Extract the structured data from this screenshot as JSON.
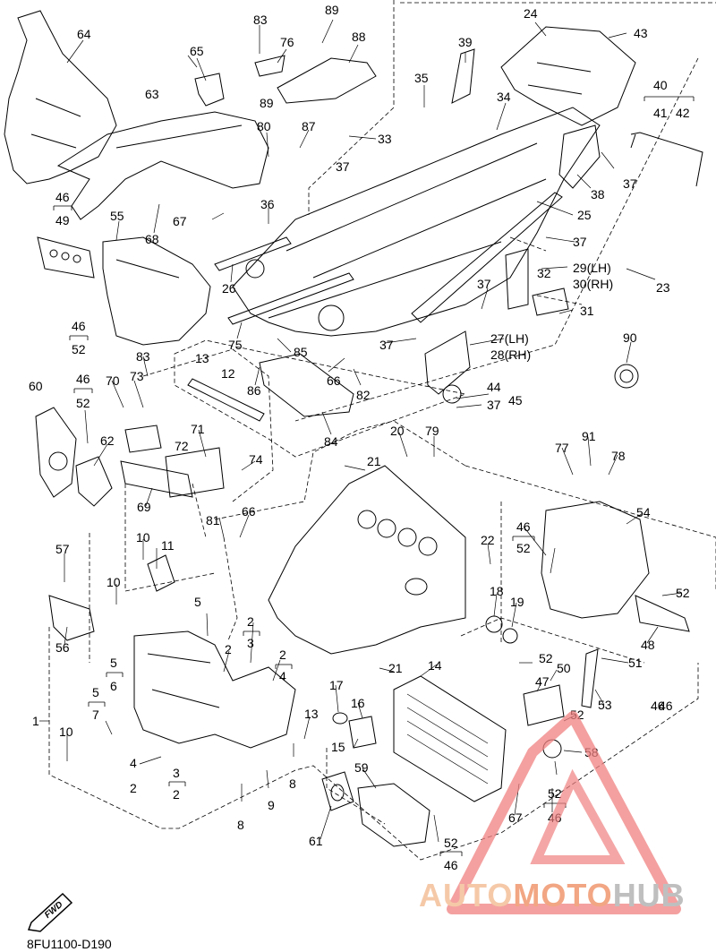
{
  "drawing_code": "8FU1100-D190",
  "fwd_label": "FWD",
  "watermark": {
    "part1": "AUTO",
    "part2": "MOTO",
    "part3": "HUB",
    "color_auto": "#f5c9a8",
    "color_moto": "#f2a683",
    "color_hub": "#bfbfbf",
    "triangle_color": "#f08080"
  },
  "callouts": {
    "c1": "1",
    "c2a": "2",
    "c2b": "2",
    "c2c": "2",
    "c2d": "2",
    "c2e": "2",
    "c3a": "3",
    "c3b": "3",
    "c4a": "4",
    "c4b": "4",
    "c5a": "5",
    "c5b": "5",
    "c5c": "5",
    "c6": "6",
    "c7": "7",
    "c8a": "8",
    "c8b": "8",
    "c9": "9",
    "c10a": "10",
    "c10b": "10",
    "c10c": "10",
    "c11": "11",
    "c12": "12",
    "c13a": "13",
    "c13b": "13",
    "c14": "14",
    "c15": "15",
    "c16": "16",
    "c17": "17",
    "c18": "18",
    "c19": "19",
    "c20": "20",
    "c21a": "21",
    "c21b": "21",
    "c22": "22",
    "c23": "23",
    "c24": "24",
    "c25": "25",
    "c26": "26",
    "c27": "27(LH)",
    "c28": "28(RH)",
    "c29": "29(LH)",
    "c30": "30(RH)",
    "c31": "31",
    "c32": "32",
    "c33": "33",
    "c34": "34",
    "c35": "35",
    "c36": "36",
    "c37a": "37",
    "c37b": "37",
    "c37c": "37",
    "c37d": "37",
    "c37e": "37",
    "c37f": "37",
    "c38": "38",
    "c39": "39",
    "c40": "40",
    "c41": "41",
    "c42": "42",
    "c43": "43",
    "c44": "44",
    "c45": "45",
    "c46a": "46",
    "c46b": "46",
    "c46c": "46",
    "c46d": "46",
    "c46e": "46",
    "c46f": "46",
    "c46g": "46",
    "c46h": "46",
    "c47": "47",
    "c48": "48",
    "c49": "49",
    "c50": "50",
    "c51": "51",
    "c52a": "52",
    "c52b": "52",
    "c52c": "52",
    "c52d": "52",
    "c52e": "52",
    "c52f": "52",
    "c52g": "52",
    "c52h": "52",
    "c53": "53",
    "c54": "54",
    "c55": "55",
    "c56": "56",
    "c57": "57",
    "c58": "58",
    "c59": "59",
    "c60": "60",
    "c61": "61",
    "c62": "62",
    "c63": "63",
    "c64": "64",
    "c65": "65",
    "c66a": "66",
    "c66b": "66",
    "c67a": "67",
    "c67b": "67",
    "c68": "68",
    "c69": "69",
    "c70": "70",
    "c71": "71",
    "c72": "72",
    "c73": "73",
    "c74": "74",
    "c75": "75",
    "c76": "76",
    "c77": "77",
    "c78": "78",
    "c79": "79",
    "c80": "80",
    "c81": "81",
    "c82": "82",
    "c83a": "83",
    "c83b": "83",
    "c84": "84",
    "c85": "85",
    "c86": "86",
    "c87": "87",
    "c88": "88",
    "c89a": "89",
    "c89b": "89",
    "c90": "90",
    "c91": "91"
  }
}
